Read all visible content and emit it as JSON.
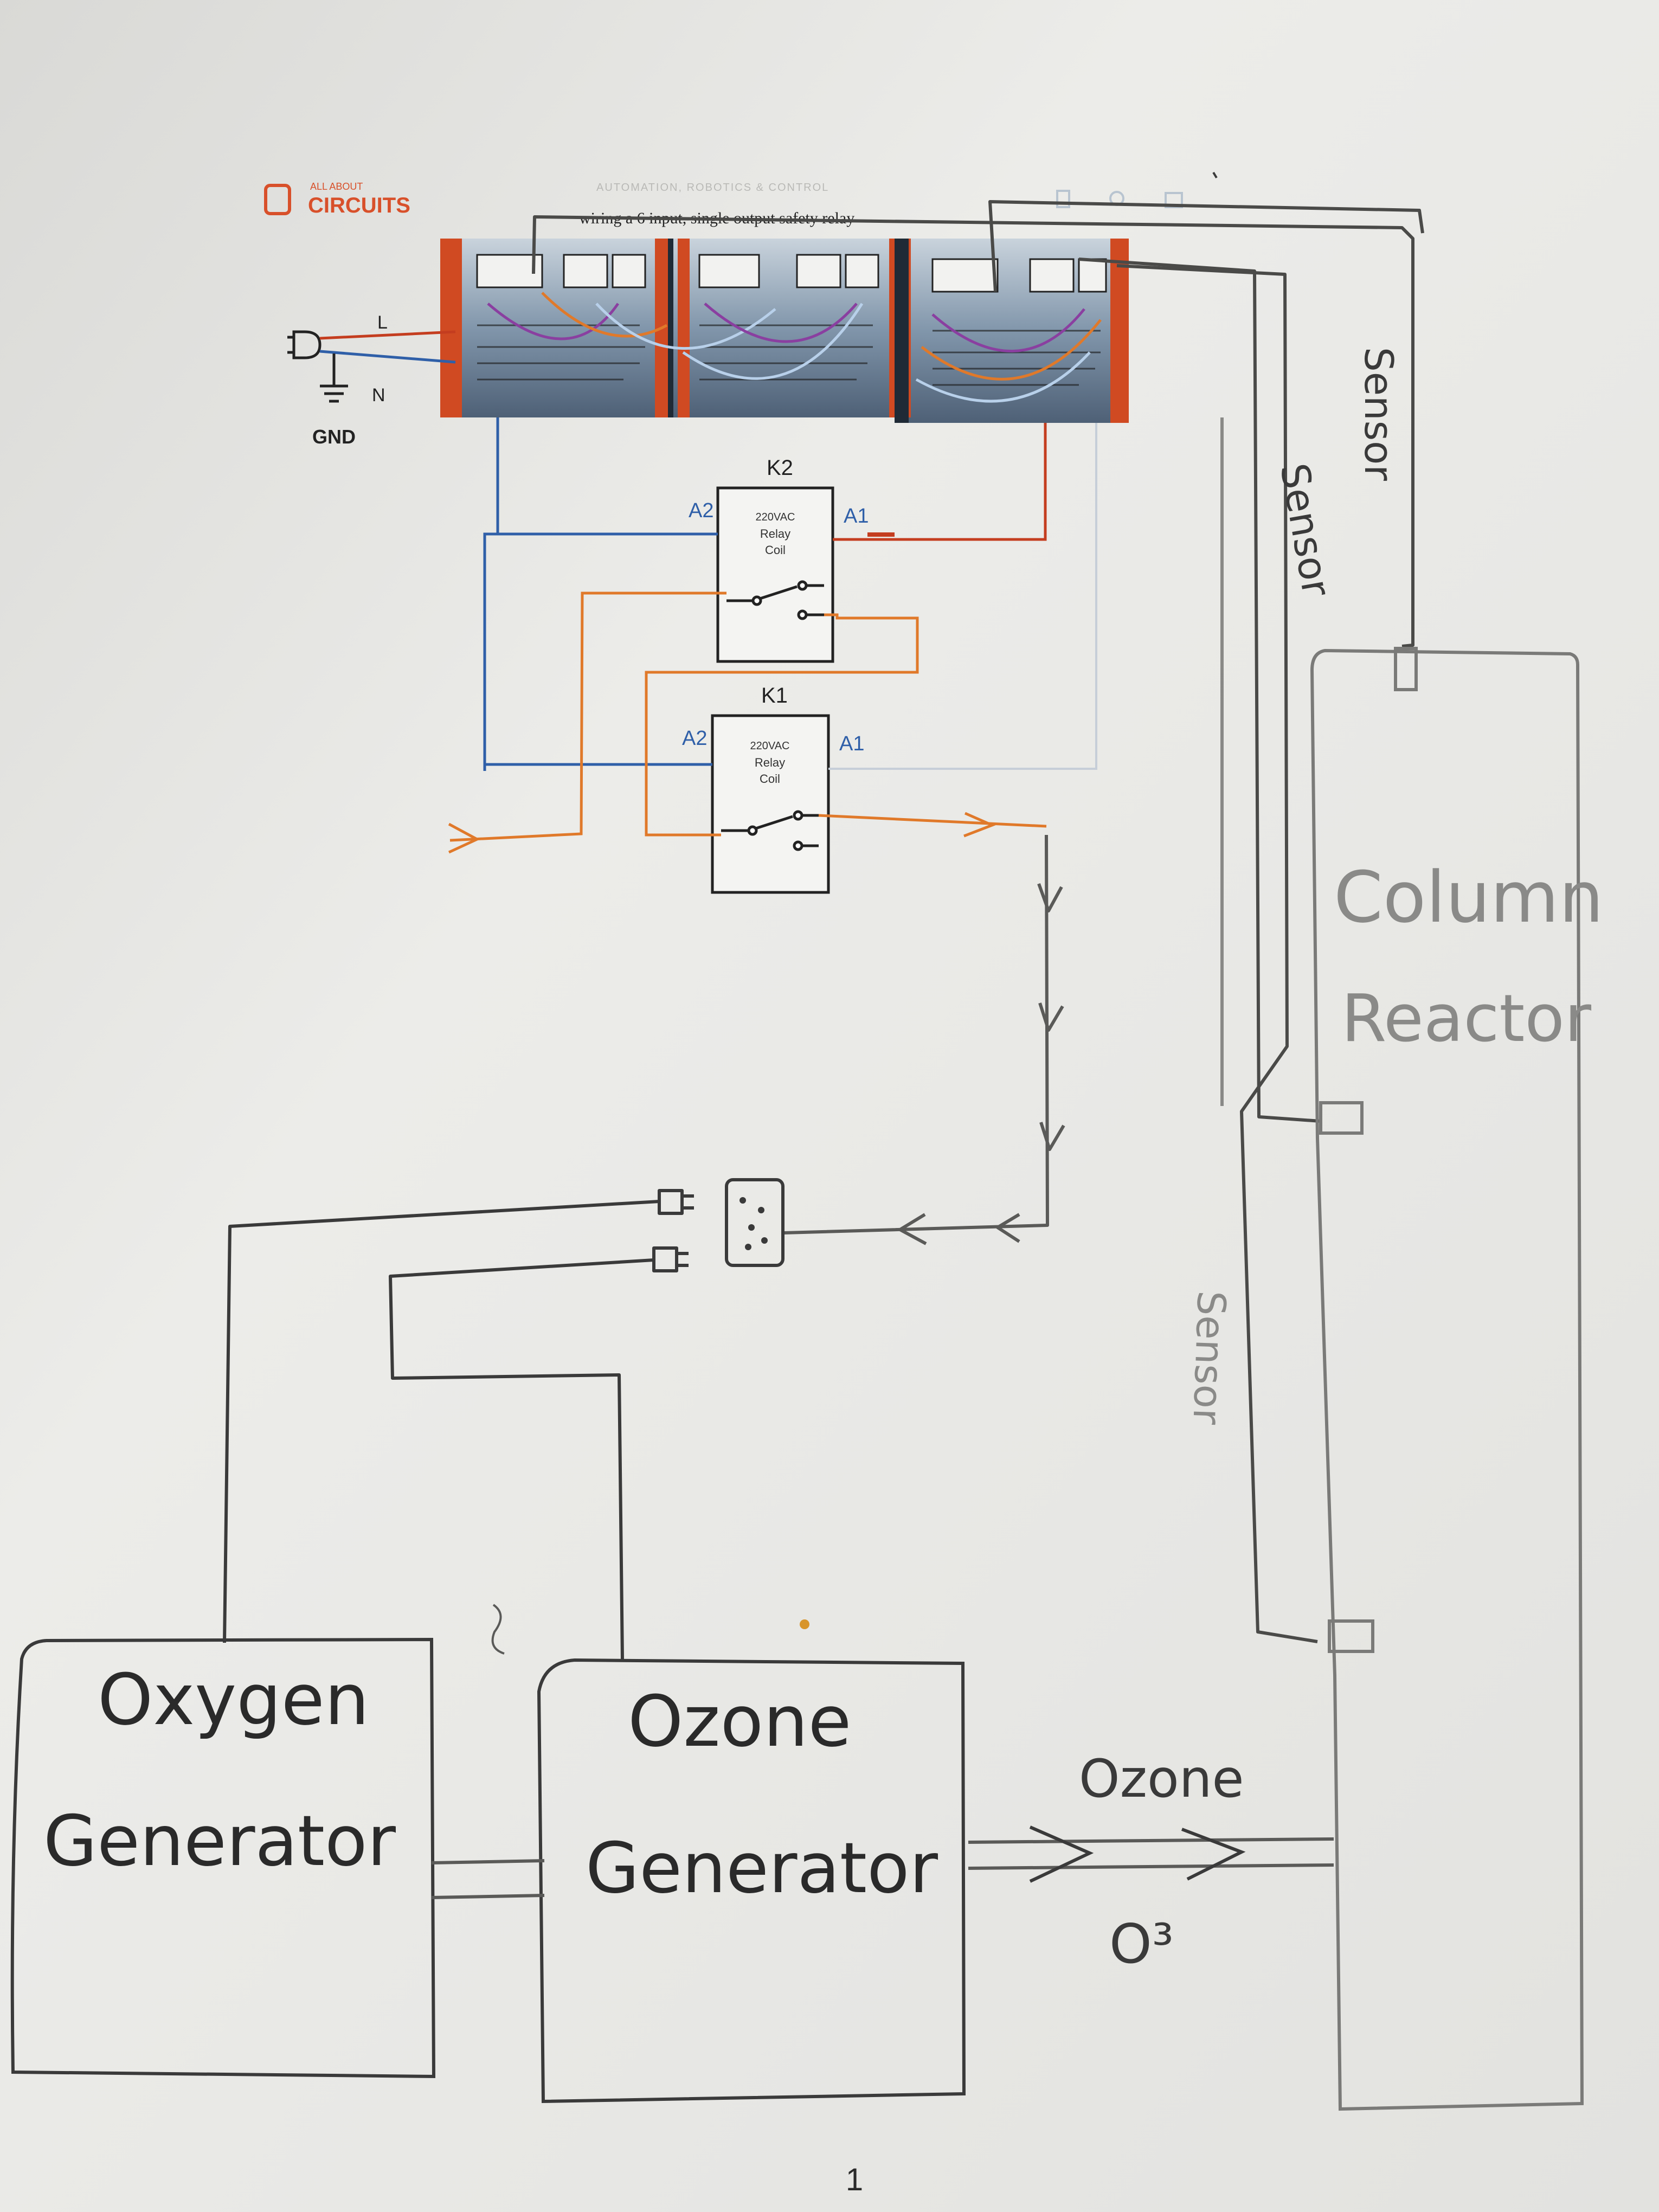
{
  "header": {
    "logo_small": "ALL ABOUT",
    "logo_brand": "CIRCUITS",
    "category": "AUTOMATION, ROBOTICS & CONTROL",
    "caption": "wiring a 6 input, single output safety relay"
  },
  "mains": {
    "line": "L",
    "neutral": "N",
    "ground": "GND"
  },
  "relays": [
    {
      "name": "K2",
      "pin_left": "A2",
      "pin_right": "A1",
      "coil_lines": [
        "220VAC",
        "Relay",
        "Coil"
      ]
    },
    {
      "name": "K1",
      "pin_left": "A2",
      "pin_right": "A1",
      "coil_lines": [
        "220VAC",
        "Relay",
        "Coil"
      ]
    }
  ],
  "sensor_labels": [
    "Sensor",
    "Sensor",
    "Sensor"
  ],
  "blocks": {
    "reactor": [
      "Column",
      "Reactor"
    ],
    "oxygen": [
      "Oxygen",
      "Generator"
    ],
    "ozone": [
      "Ozone",
      "Generator"
    ]
  },
  "flow": {
    "label": "Ozone",
    "formula": "O³"
  },
  "page_number": "1",
  "colors": {
    "paper": "#e9e9e6",
    "pencil": "#3a3a3a",
    "pencil_light": "#8a8a88",
    "wire_blue": "#2f5fa8",
    "wire_red": "#c43d1f",
    "wire_orange": "#e0792a",
    "brand": "#d8502a"
  }
}
